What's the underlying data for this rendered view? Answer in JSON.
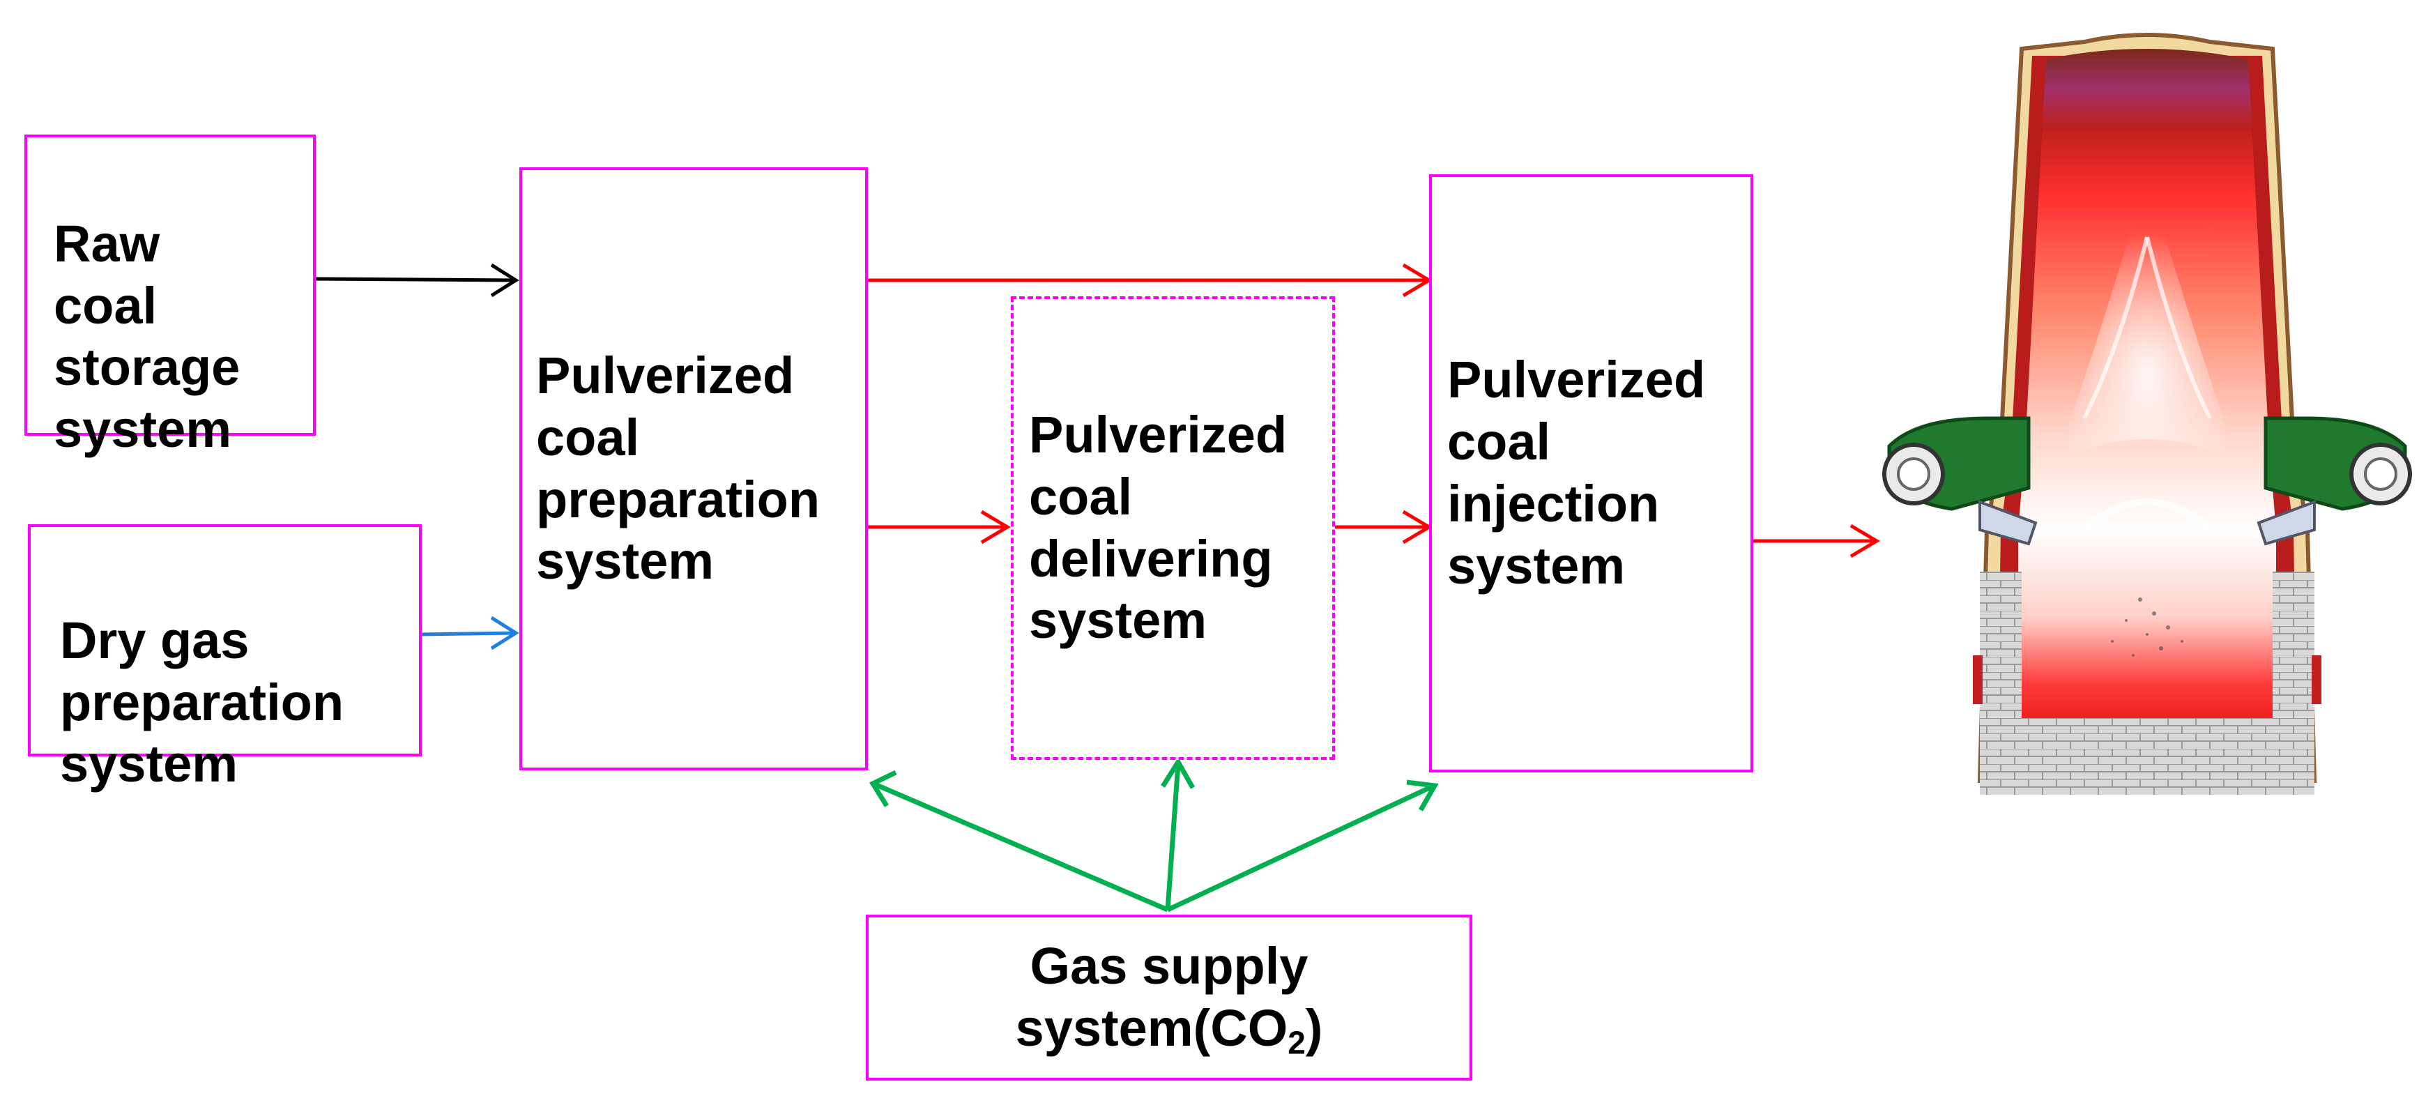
{
  "boxes": {
    "raw_coal_storage": "Raw\ncoal\nstorage\nsystem",
    "dry_gas_preparation": "Dry gas\npreparation\nsystem",
    "pulverized_coal_preparation": "Pulverized\ncoal\npreparation\nsystem",
    "pulverized_coal_delivering": "Pulverized\ncoal\ndelivering\nsystem",
    "pulverized_coal_injection": "Pulverized\ncoal\ninjection\nsystem",
    "gas_supply_line1": "Gas supply",
    "gas_supply_line2_prefix": "system(CO",
    "gas_supply_subscript": "2",
    "gas_supply_line2_suffix": ")"
  },
  "colors": {
    "box_border": "#ff00ff",
    "black_arrow": "#000000",
    "blue_arrow": "#1f7fe0",
    "red_arrow": "#ff0000",
    "green_arrow": "#00b050"
  },
  "illustration": "blast-furnace"
}
